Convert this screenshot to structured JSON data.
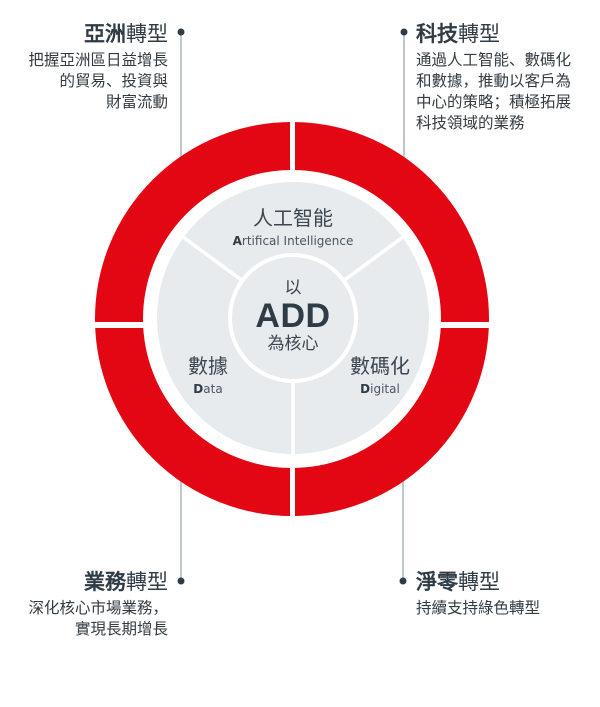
{
  "colors": {
    "ring_red": "#e30613",
    "disk_gray": "#e8ebee",
    "text_dark": "#2f3b45",
    "connector_gray": "#aab3bb"
  },
  "center": {
    "top": "以",
    "main": "ADD",
    "bottom": "為核心"
  },
  "segments": {
    "ai": {
      "zh": "人工智能",
      "en_initial": "A",
      "en_rest": "rtifical Intelligence"
    },
    "data": {
      "zh": "數據",
      "en_initial": "D",
      "en_rest": "ata"
    },
    "digital": {
      "zh": "數碼化",
      "en_initial": "D",
      "en_rest": "igital"
    }
  },
  "callouts": {
    "asia": {
      "title_strong": "亞洲",
      "title_light": "轉型",
      "desc_lines": [
        "把握亞洲區日益增長",
        "的貿易、投資與",
        "財富流動"
      ]
    },
    "tech": {
      "title_strong": "科技",
      "title_light": "轉型",
      "desc_lines": [
        "通過人工智能、數碼化",
        "和數據，推動以客戶為",
        "中心的策略；積極拓展",
        "科技領域的業務"
      ]
    },
    "business": {
      "title_strong": "業務",
      "title_light": "轉型",
      "desc_lines": [
        "深化核心市場業務，",
        "實現長期增長"
      ]
    },
    "netzero": {
      "title_strong": "淨零",
      "title_light": "轉型",
      "desc_lines": [
        "持續支持綠色轉型"
      ]
    }
  }
}
